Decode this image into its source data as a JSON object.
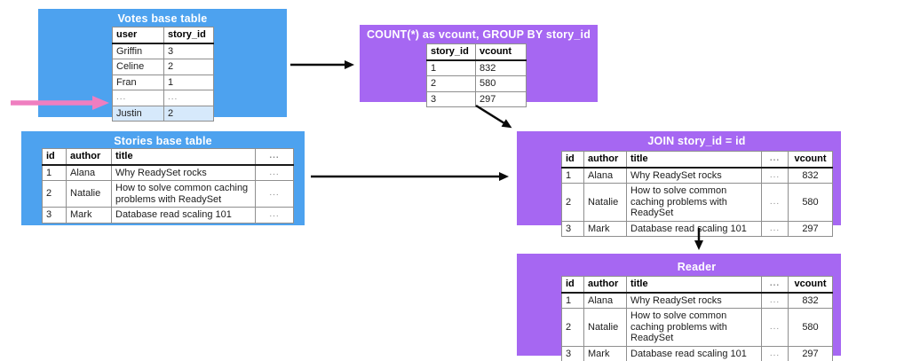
{
  "colors": {
    "blue_box": "#4DA2EF",
    "purple_box": "#A667F2",
    "row_highlight": "#D6E9FB",
    "black_arrow": "#0a0a0a",
    "pink_arrow": "#EF7EC0",
    "title_text": "#FFFFFF"
  },
  "boxes": {
    "votes": {
      "title": "Votes base table",
      "columns": [
        "user",
        "story_id"
      ],
      "rows": [
        [
          "Griffin",
          "3"
        ],
        [
          "Celine",
          "2"
        ],
        [
          "Fran",
          "1"
        ],
        [
          "...",
          "..."
        ],
        [
          "Justin",
          "2"
        ]
      ],
      "highlight_row_index": 4
    },
    "count": {
      "title": "COUNT(*) as vcount, GROUP BY story_id",
      "columns": [
        "story_id",
        "vcount"
      ],
      "rows": [
        [
          "1",
          "832"
        ],
        [
          "2",
          "580"
        ],
        [
          "3",
          "297"
        ]
      ]
    },
    "stories": {
      "title": "Stories base table",
      "columns": [
        "id",
        "author",
        "title",
        "..."
      ],
      "rows": [
        [
          "1",
          "Alana",
          "Why ReadySet rocks",
          "..."
        ],
        [
          "2",
          "Natalie",
          "How to solve common caching problems with ReadySet",
          "..."
        ],
        [
          "3",
          "Mark",
          "Database read scaling 101",
          "..."
        ]
      ]
    },
    "join": {
      "title": "JOIN story_id = id",
      "columns": [
        "id",
        "author",
        "title",
        "...",
        "vcount"
      ],
      "rows": [
        [
          "1",
          "Alana",
          "Why ReadySet rocks",
          "...",
          "832"
        ],
        [
          "2",
          "Natalie",
          "How to solve common caching problems with ReadySet",
          "...",
          "580"
        ],
        [
          "3",
          "Mark",
          "Database read scaling 101",
          "...",
          "297"
        ]
      ]
    },
    "reader": {
      "title": "Reader",
      "columns": [
        "id",
        "author",
        "title",
        "...",
        "vcount"
      ],
      "rows": [
        [
          "1",
          "Alana",
          "Why ReadySet rocks",
          "...",
          "832"
        ],
        [
          "2",
          "Natalie",
          "How to solve common caching problems with ReadySet",
          "...",
          "580"
        ],
        [
          "3",
          "Mark",
          "Database read scaling 101",
          "...",
          "297"
        ]
      ]
    }
  }
}
